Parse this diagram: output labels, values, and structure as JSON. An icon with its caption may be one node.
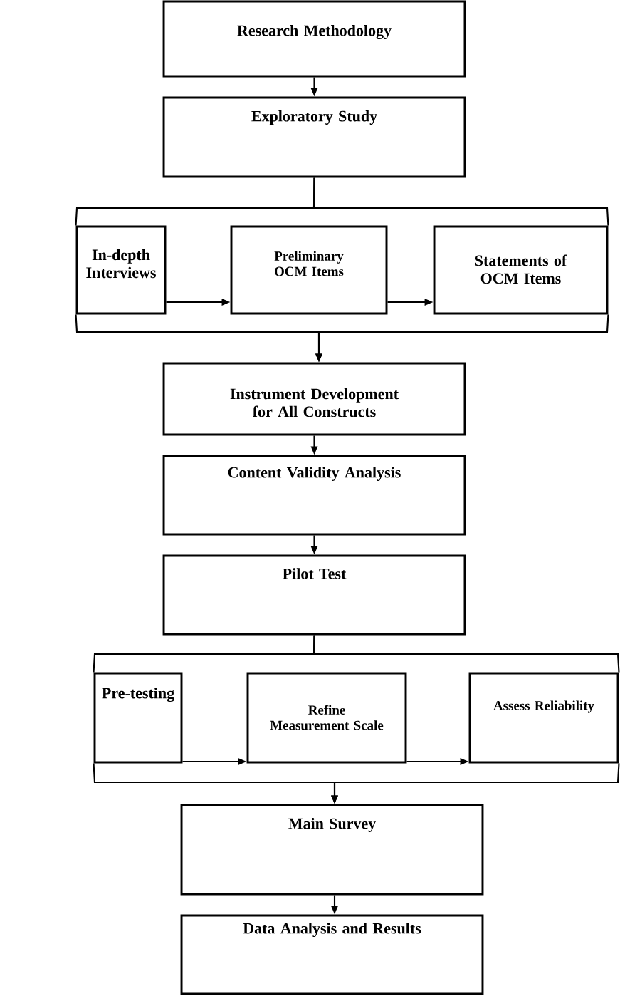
{
  "diagram": {
    "nodes": [
      {
        "text": [
          "Research Methodology"
        ]
      },
      {
        "text": [
          "Exploratory Study"
        ]
      },
      {
        "text": [
          "In-depth Interviews"
        ]
      },
      {
        "text": [
          "Preliminary OCM Items"
        ]
      },
      {
        "text": [
          "Statements of OCM Items"
        ]
      },
      {
        "text": [
          "Instrument Development for All Constructs"
        ]
      },
      {
        "text": [
          "Content Validity Analysis"
        ]
      },
      {
        "text": [
          "Pilot Test"
        ]
      },
      {
        "text": [
          "Pre-testing"
        ]
      },
      {
        "text": [
          "Refine Measurement Scale"
        ]
      },
      {
        "text": [
          "Assess Reliability"
        ]
      },
      {
        "text": [
          "Main Survey"
        ]
      },
      {
        "text": [
          "Data Analysis and Results"
        ]
      }
    ],
    "edges": [
      {
        "from": 0,
        "to": 1,
        "arrow": "to"
      },
      {
        "from": 1,
        "to": 2,
        "arrow": "none"
      },
      {
        "from": 1,
        "to": 4,
        "arrow": "none"
      },
      {
        "from": 2,
        "to": 3,
        "arrow": "to"
      },
      {
        "from": 3,
        "to": 4,
        "arrow": "to"
      },
      {
        "from": 2,
        "to": 5,
        "arrow": "to"
      },
      {
        "from": 4,
        "to": 5,
        "arrow": "to"
      },
      {
        "from": 5,
        "to": 6,
        "arrow": "to"
      },
      {
        "from": 6,
        "to": 7,
        "arrow": "to"
      },
      {
        "from": 7,
        "to": 8,
        "arrow": "none"
      },
      {
        "from": 7,
        "to": 10,
        "arrow": "none"
      },
      {
        "from": 8,
        "to": 9,
        "arrow": "to"
      },
      {
        "from": 9,
        "to": 10,
        "arrow": "to"
      },
      {
        "from": 8,
        "to": 11,
        "arrow": "to"
      },
      {
        "from": 10,
        "to": 11,
        "arrow": "to"
      },
      {
        "from": 11,
        "to": 12,
        "arrow": "to"
      }
    ]
  }
}
